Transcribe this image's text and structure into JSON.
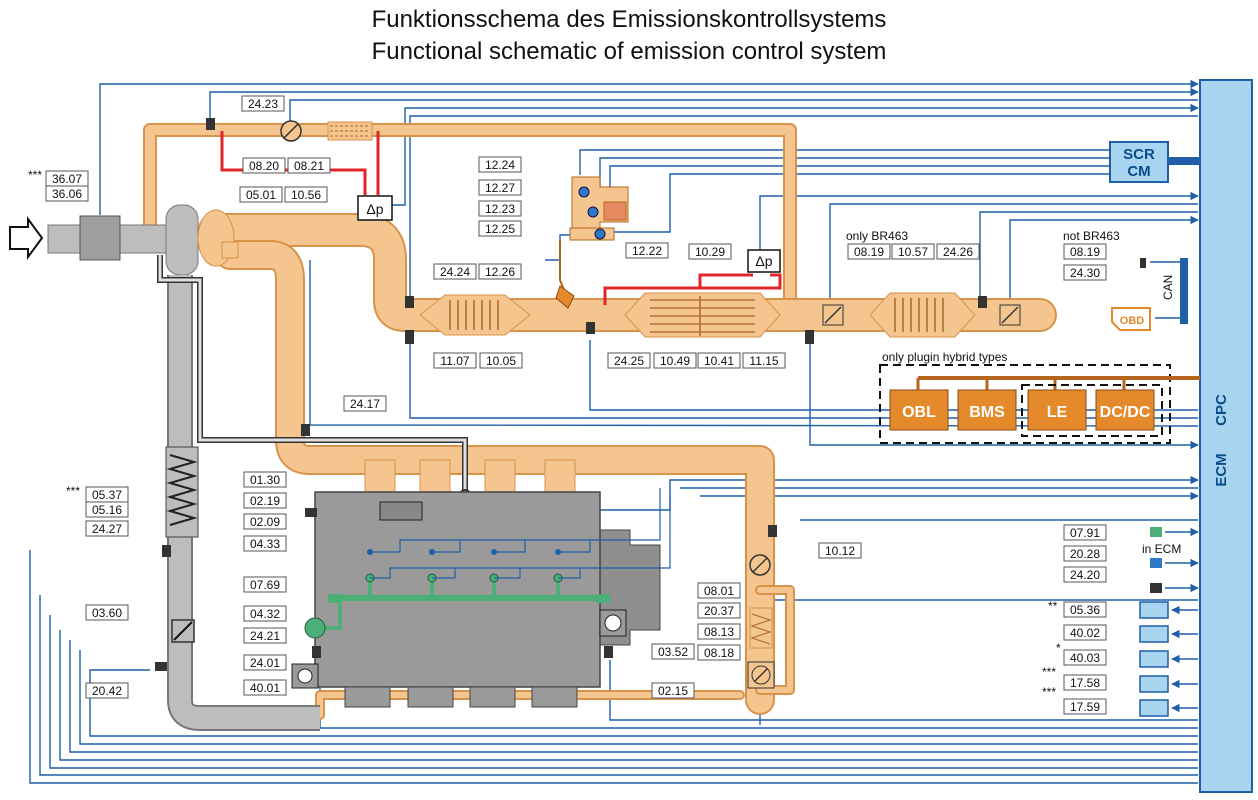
{
  "title": {
    "de": "Funktionsschema des Emissionskontrollsystems",
    "en": "Functional schematic of emission control system"
  },
  "colors": {
    "pipe": "#f5c58f",
    "pipe_edge": "#d8934a",
    "signal": "#1f5fa8",
    "ecm_fill": "#a8d4ef",
    "engine": "#9a9a9a",
    "egr_pipe": "#bdbdbd",
    "hybrid_box": "#e58a2b",
    "fuel_rail": "#4caf78",
    "red_line": "#e0262a"
  },
  "ecm": {
    "label_1": "ECM",
    "label_2": "CPC"
  },
  "scr": {
    "line1": "SCR",
    "line2": "CM"
  },
  "inlet_arrow_icon": "arrow-right-icon",
  "hybrid": {
    "title": "only plugin hybrid types",
    "boxes": [
      "OBL",
      "BMS",
      "LE",
      "DC/DC"
    ]
  },
  "can_label": "CAN",
  "obd_label": "OBD",
  "notes": {
    "only_br463": "only BR463",
    "not_br463": "not BR463",
    "in_ecm": "in ECM"
  },
  "dp_label": "Δp",
  "stars": {
    "s3": "***",
    "s2": "**",
    "s1": "*"
  },
  "components": {
    "c3607": "36.07",
    "c3606": "36.06",
    "c2423": "24.23",
    "c0820": "08.20",
    "c0821": "08.21",
    "c0501": "05.01",
    "c1056": "10.56",
    "c1224": "12.24",
    "c1227": "12.27",
    "c1223": "12.23",
    "c1225": "12.25",
    "c1222": "12.22",
    "c1226": "12.26",
    "c1029": "10.29",
    "c2424": "24.24",
    "c1107": "11.07",
    "c1005": "10.05",
    "c2425": "24.25",
    "c1049": "10.49",
    "c1041": "10.41",
    "c1115": "11.15",
    "c0819a": "08.19",
    "c1057": "10.57",
    "c2426": "24.26",
    "c0819b": "08.19",
    "c2430": "24.30",
    "c2417": "24.17",
    "c0130": "01.30",
    "c0219": "02.19",
    "c0209": "02.09",
    "c0433": "04.33",
    "c0769": "07.69",
    "c0432": "04.32",
    "c2421": "24.21",
    "c2401": "24.01",
    "c4001a": "40.01",
    "c0537": "05.37",
    "c0516": "05.16",
    "c2427": "24.27",
    "c0360": "03.60",
    "c2042": "20.42",
    "c1012": "10.12",
    "c0801": "08.01",
    "c2037": "20.37",
    "c0813": "08.13",
    "c0818": "08.18",
    "c0352": "03.52",
    "c0215": "02.15",
    "c0791": "07.91",
    "c2028": "20.28",
    "c2420": "24.20",
    "c0536": "05.36",
    "c4002": "40.02",
    "c4003": "40.03",
    "c1758": "17.58",
    "c1759": "17.59"
  }
}
